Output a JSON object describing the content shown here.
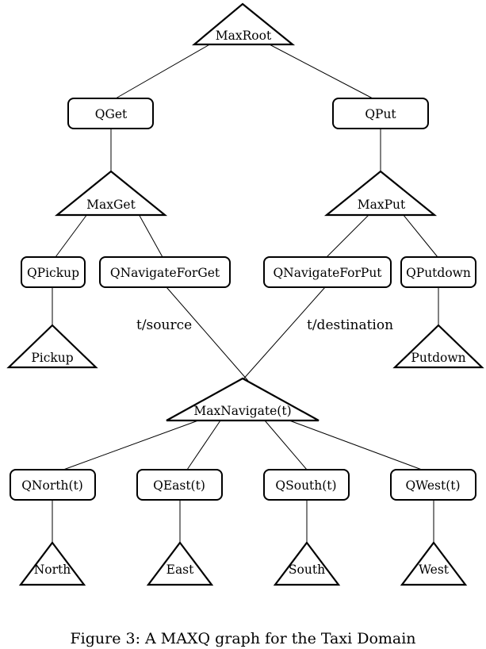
{
  "nodes": {
    "max_root": "MaxRoot",
    "q_get": "QGet",
    "q_put": "QPut",
    "max_get": "MaxGet",
    "max_put": "MaxPut",
    "q_pickup": "QPickup",
    "q_navigate_for_get": "QNavigateForGet",
    "q_navigate_for_put": "QNavigateForPut",
    "q_putdown": "QPutdown",
    "pickup": "Pickup",
    "putdown": "Putdown",
    "max_navigate": "MaxNavigate(t)",
    "q_north": "QNorth(t)",
    "q_east": "QEast(t)",
    "q_south": "QSouth(t)",
    "q_west": "QWest(t)",
    "north": "North",
    "east": "East",
    "south": "South",
    "west": "West"
  },
  "edge_labels": {
    "source": "t/source",
    "destination": "t/destination"
  },
  "caption": "Figure 3: A MAXQ graph for the Taxi Domain"
}
